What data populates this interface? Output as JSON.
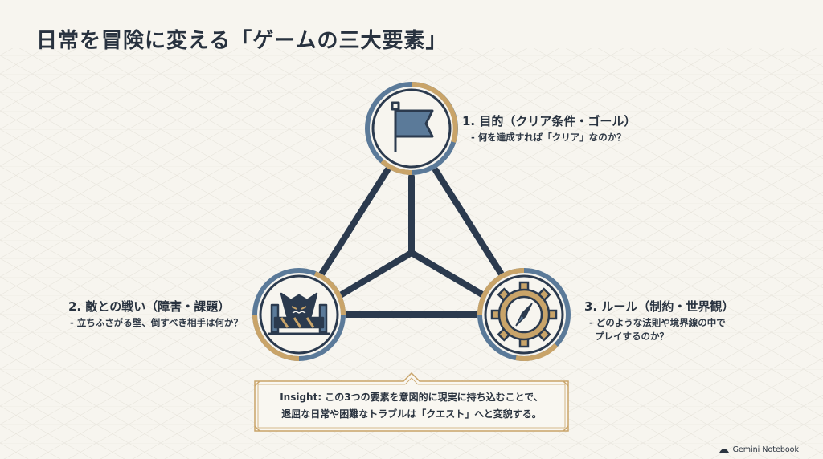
{
  "title": "日常を冒険に変える「ゲームの三大要素」",
  "elements": [
    {
      "id": "goal",
      "title": "1. 目的（クリア条件・ゴール）",
      "desc": [
        "- 何を達成すれば「クリア」なのか？"
      ],
      "icon": "flag-icon"
    },
    {
      "id": "enemy",
      "title": "2. 敵との戦い（障害・課題）",
      "desc": [
        "- 立ちふさがる壁、倒すべき相手は何か？"
      ],
      "icon": "monster-barricade-icon"
    },
    {
      "id": "rule",
      "title": "3. ルール（制約・世界観）",
      "desc": [
        "- どのような法則や境界線の中で",
        "プレイするのか？"
      ],
      "icon": "gear-compass-icon"
    }
  ],
  "insight": {
    "line1": "Insight: この3つの要素を意図的に現実に持ち込むことで、",
    "line2": "退屈な日常や困難なトラブルは「クエスト」へと変貌する。"
  },
  "footer": {
    "brand": "Gemini Notebook"
  },
  "colors": {
    "navy": "#2b3a4e",
    "blue": "#5b7a99",
    "gold": "#c9a469",
    "cream": "#f7f5ef"
  }
}
